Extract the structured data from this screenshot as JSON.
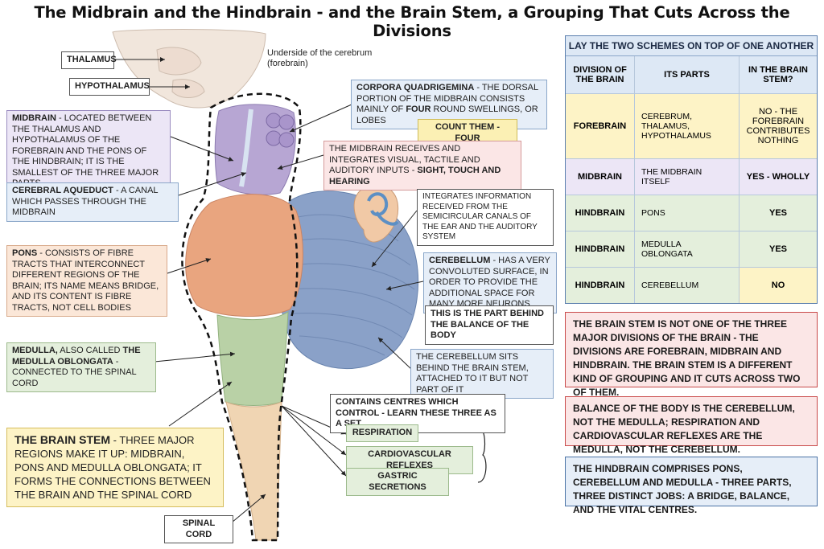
{
  "title": "The Midbrain and the Hindbrain - and the Brain Stem, a Grouping That Cuts Across the Divisions",
  "caption_cerebrum": "Underside of the cerebrum\n(forebrain)",
  "labels": {
    "thalamus": "THALAMUS",
    "hypothalamus": "HYPOTHALAMUS",
    "midbrain_title": "MIDBRAIN",
    "midbrain_text": " - LOCATED BETWEEN THE THALAMUS AND HYPOTHALAMUS OF THE FOREBRAIN AND THE PONS OF THE HINDBRAIN; IT IS THE SMALLEST OF THE THREE MAJOR PARTS",
    "aqueduct_title": "CEREBRAL AQUEDUCT",
    "aqueduct_text": " - A CANAL WHICH PASSES THROUGH THE MIDBRAIN",
    "pons_title": "PONS",
    "pons_text": " - CONSISTS OF FIBRE TRACTS THAT INTERCONNECT DIFFERENT REGIONS OF THE BRAIN; ITS NAME MEANS BRIDGE, AND ITS CONTENT IS FIBRE TRACTS, NOT CELL BODIES",
    "medulla_title": "MEDULLA,",
    "medulla_mid": " ALSO CALLED ",
    "medulla_title2": "THE MEDULLA OBLONGATA",
    "medulla_text": " - CONNECTED TO THE SPINAL CORD",
    "brainstem_title": "THE BRAIN STEM",
    "brainstem_text": " - THREE MAJOR REGIONS MAKE IT UP: MIDBRAIN, PONS AND MEDULLA OBLONGATA; IT FORMS THE CONNECTIONS BETWEEN THE BRAIN AND THE SPINAL CORD",
    "spinal_cord": "SPINAL CORD",
    "corpora_title": "CORPORA QUADRIGEMINA",
    "corpora_text1": " - THE DORSAL PORTION OF THE MIDBRAIN CONSISTS MAINLY OF ",
    "corpora_four": "FOUR",
    "corpora_text2": " ROUND SWELLINGS, OR LOBES",
    "count_them": "COUNT THEM - FOUR",
    "midbrain_receives": "THE MIDBRAIN RECEIVES AND INTEGRATES VISUAL, TACTILE AND AUDITORY INPUTS -",
    "midbrain_receives_bold": "SIGHT, TOUCH AND HEARING",
    "integrates": "INTEGRATES INFORMATION RECEIVED FROM THE SEMICIRCULAR CANALS OF THE EAR AND THE AUDITORY SYSTEM",
    "cerebellum_title": "CEREBELLUM",
    "cerebellum_text": " - HAS A VERY CONVOLUTED SURFACE, IN ORDER TO PROVIDE THE ADDITIONAL SPACE FOR MANY MORE NEURONS",
    "balance": "THIS IS THE PART BEHIND THE BALANCE OF THE BODY",
    "sits_behind": "THE CEREBELLUM SITS BEHIND THE BRAIN STEM, ATTACHED TO IT BUT NOT PART OF IT",
    "contains": "CONTAINS CENTRES WHICH CONTROL - LEARN THESE THREE AS A SET",
    "respiration": "RESPIRATION",
    "cardio": "CARDIOVASCULAR REFLEXES",
    "gastric": "GASTRIC SECRETIONS"
  },
  "table": {
    "heading": "LAY THE TWO SCHEMES ON TOP OF ONE ANOTHER",
    "columns": [
      "DIVISION OF THE BRAIN",
      "ITS PARTS",
      "IN THE BRAIN STEM?"
    ],
    "rows": [
      {
        "division": "FOREBRAIN",
        "parts": "CEREBRUM, THALAMUS, HYPOTHALAMUS",
        "in_stem": "NO - THE FOREBRAIN CONTRIBUTES NOTHING",
        "color": "#fdf3c6"
      },
      {
        "division": "MIDBRAIN",
        "parts": "THE MIDBRAIN ITSELF",
        "in_stem": "YES - WHOLLY",
        "color": "#ece6f6"
      },
      {
        "division": "HINDBRAIN",
        "parts": "PONS",
        "in_stem": "YES",
        "color": "#e4efdc"
      },
      {
        "division": "HINDBRAIN",
        "parts": "MEDULLA OBLONGATA",
        "in_stem": "YES",
        "color": "#e4efdc"
      },
      {
        "division": "HINDBRAIN",
        "parts": "CEREBELLUM",
        "in_stem": "NO",
        "color": "#e4efdc",
        "in_stem_color": "#fdf3c6"
      }
    ]
  },
  "notes": [
    {
      "text": "THE BRAIN STEM IS NOT ONE OF THE THREE MAJOR DIVISIONS OF THE BRAIN -  THE DIVISIONS ARE FOREBRAIN, MIDBRAIN AND HINDBRAIN. THE BRAIN STEM IS A DIFFERENT KIND OF GROUPING AND IT CUTS ACROSS TWO OF THEM.",
      "bg": "#fbe6e6",
      "border": "#c94a4a"
    },
    {
      "text": "BALANCE OF THE BODY IS THE CEREBELLUM, NOT THE MEDULLA; RESPIRATION AND CARDIOVASCULAR REFLEXES ARE THE MEDULLA, NOT THE CEREBELLUM.",
      "bg": "#fbe6e6",
      "border": "#c94a4a"
    },
    {
      "text": "THE HINDBRAIN COMPRISES PONS, CEREBELLUM AND MEDULLA - THREE PARTS, THREE DISTINCT JOBS: A BRIDGE, BALANCE, AND THE VITAL CENTRES.",
      "bg": "#e6eef8",
      "border": "#4b73a6"
    }
  ],
  "colors": {
    "midbrain": "#b7a6d3",
    "pons": "#e9a57f",
    "cerebellum": "#8aa1c8",
    "medulla": "#b9d1a6",
    "spinal_cord": "#f0d5b3",
    "forebrain": "#f1e6dc"
  }
}
